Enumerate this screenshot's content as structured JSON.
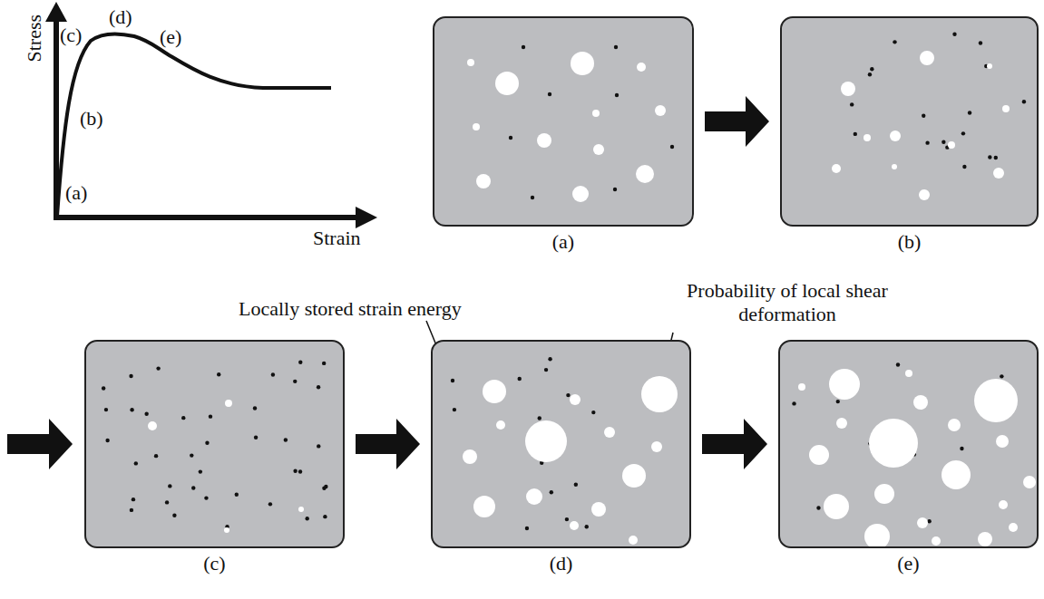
{
  "diagram": {
    "nodes": [
      {
        "text": [
          "(a)"
        ]
      },
      {
        "text": [
          "(b)"
        ]
      },
      {
        "text": [
          "(c)"
        ]
      },
      {
        "text": [
          "(d)"
        ]
      },
      {
        "text": [
          "(e)"
        ]
      }
    ],
    "edges": [
      {
        "from": 0,
        "to": 1,
        "arrow": "to"
      },
      {
        "from": 2,
        "to": 3,
        "arrow": "to"
      },
      {
        "from": 3,
        "to": 4,
        "arrow": "to"
      }
    ],
    "labels": [
      "Stress",
      "Strain",
      "(a)",
      "(b)",
      "(c)",
      "(d)",
      "(e)",
      "Locally stored strain energy",
      "Probability of local shear deformation"
    ]
  }
}
